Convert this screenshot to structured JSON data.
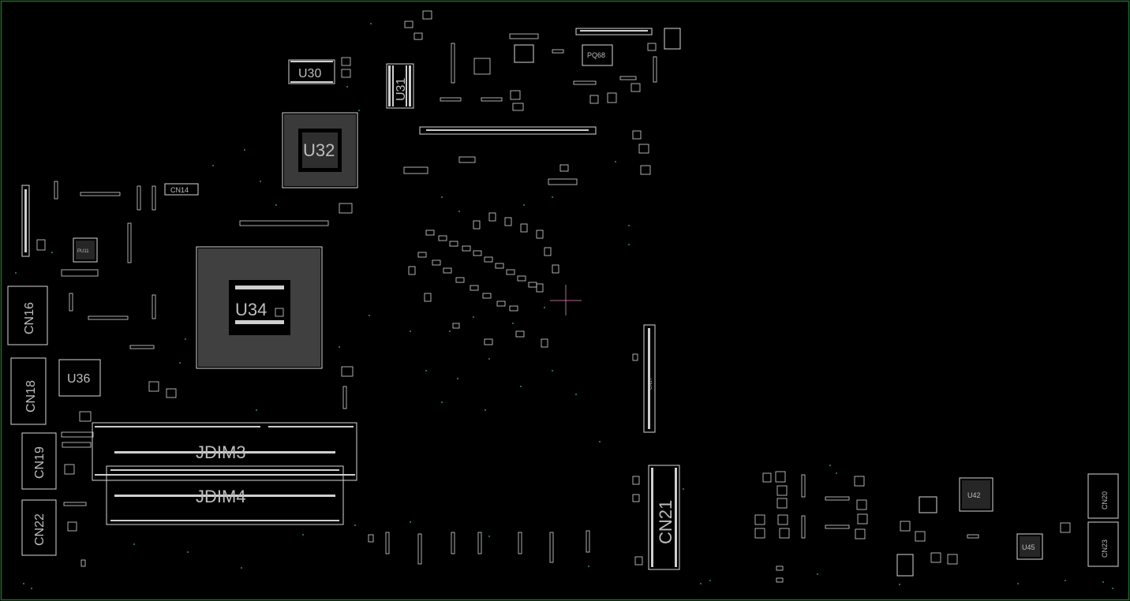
{
  "view": {
    "background": "#000000",
    "border_color": "#1f6b2a",
    "accent_via_color": "#2a8f86",
    "cursor_color": "#b46a8c"
  },
  "components": {
    "U30": "U30",
    "U31": "U31",
    "U32": "U32",
    "U34": "U34",
    "U36": "U36",
    "U42": "U42",
    "U45": "U45",
    "PU11": "PU11",
    "PQ68": "PQ68",
    "CN14": "CN14",
    "CN16": "CN16",
    "CN17": "CN17",
    "CN18": "CN18",
    "CN19": "CN19",
    "CN20": "CN20",
    "CN21": "CN21",
    "CN22": "CN22",
    "CN23": "CN23",
    "JDIM3": "JDIM3",
    "JDIM4": "JDIM4"
  }
}
